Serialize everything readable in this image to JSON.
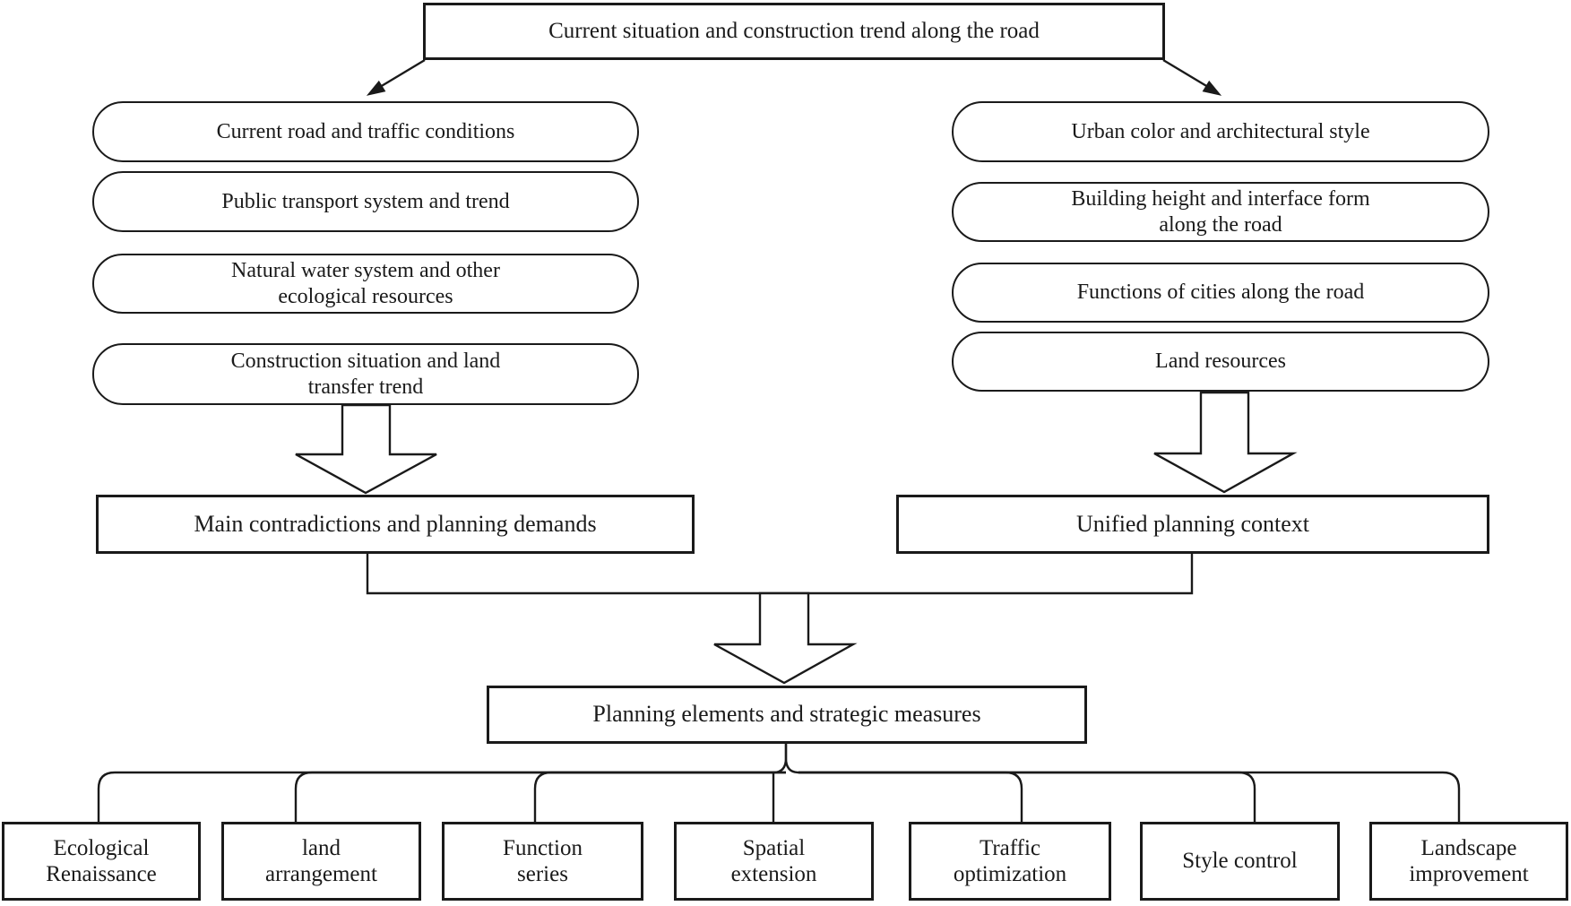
{
  "colors": {
    "ink": "#1a1a1a",
    "background": "#ffffff"
  },
  "diagram": {
    "root": {
      "label": "Current situation and construction trend along the road"
    },
    "left_column": [
      {
        "lines": [
          "Current road and traffic conditions"
        ]
      },
      {
        "lines": [
          "Public transport system and trend"
        ]
      },
      {
        "lines": [
          "Natural water system and other",
          "ecological resources"
        ]
      },
      {
        "lines": [
          "Construction situation and land",
          "transfer trend"
        ]
      }
    ],
    "right_column": [
      {
        "lines": [
          "Urban color and architectural style"
        ]
      },
      {
        "lines": [
          "Building height and interface form",
          "along the road"
        ]
      },
      {
        "lines": [
          "Functions of cities along the road"
        ]
      },
      {
        "lines": [
          "Land resources"
        ]
      }
    ],
    "left_summary": {
      "label": "Main contradictions and planning demands"
    },
    "right_summary": {
      "label": "Unified planning context"
    },
    "central": {
      "label": "Planning elements and strategic measures"
    },
    "measures": [
      {
        "lines": [
          "Ecological",
          "Renaissance"
        ]
      },
      {
        "lines": [
          "land",
          "arrangement"
        ]
      },
      {
        "lines": [
          "Function",
          "series"
        ]
      },
      {
        "lines": [
          "Spatial",
          "extension"
        ]
      },
      {
        "lines": [
          "Traffic",
          "optimization"
        ]
      },
      {
        "lines": [
          "Style control"
        ]
      },
      {
        "lines": [
          "Landscape",
          "improvement"
        ]
      }
    ]
  }
}
